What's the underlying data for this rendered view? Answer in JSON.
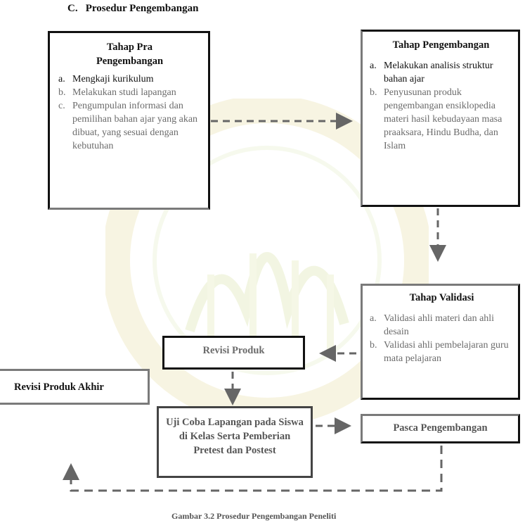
{
  "section": {
    "number": "C.",
    "title": "Prosedur Pengembangan"
  },
  "pra": {
    "title": "Tahap Pra Pengembangan",
    "items": [
      {
        "marker": "a.",
        "text": "Mengkaji kurikulum"
      },
      {
        "marker": "b.",
        "text": "Melakukan studi lapangan"
      },
      {
        "marker": "c.",
        "text": "Pengumpulan informasi dan pemilihan bahan ajar yang akan dibuat, yang sesuai dengan kebutuhan"
      }
    ]
  },
  "pengembangan": {
    "title": "Tahap Pengembangan",
    "items": [
      {
        "marker": "a.",
        "text": "Melakukan analisis struktur bahan ajar"
      },
      {
        "marker": "b.",
        "text": "Penyusunan produk pengembangan ensiklopedia materi hasil kebudayaan masa praaksara, Hindu Budha, dan Islam"
      }
    ]
  },
  "validasi": {
    "title": "Tahap Validasi",
    "items": [
      {
        "marker": "a.",
        "text": "Validasi ahli materi dan ahli desain"
      },
      {
        "marker": "b.",
        "text": "Validasi ahli pembelajaran guru mata pelajaran"
      }
    ]
  },
  "revisi_produk": {
    "label": "Revisi Produk"
  },
  "revisi_akhir": {
    "label": "Revisi Produk Akhir"
  },
  "uji_coba": {
    "label": "Uji Coba Lapangan pada Siswa di Kelas Serta Pemberian Pretest dan Postest"
  },
  "pasca": {
    "label": "Pasca Pengembangan"
  },
  "caption": "Gambar 3.2 Prosedur Pengembangan Peneliti"
}
